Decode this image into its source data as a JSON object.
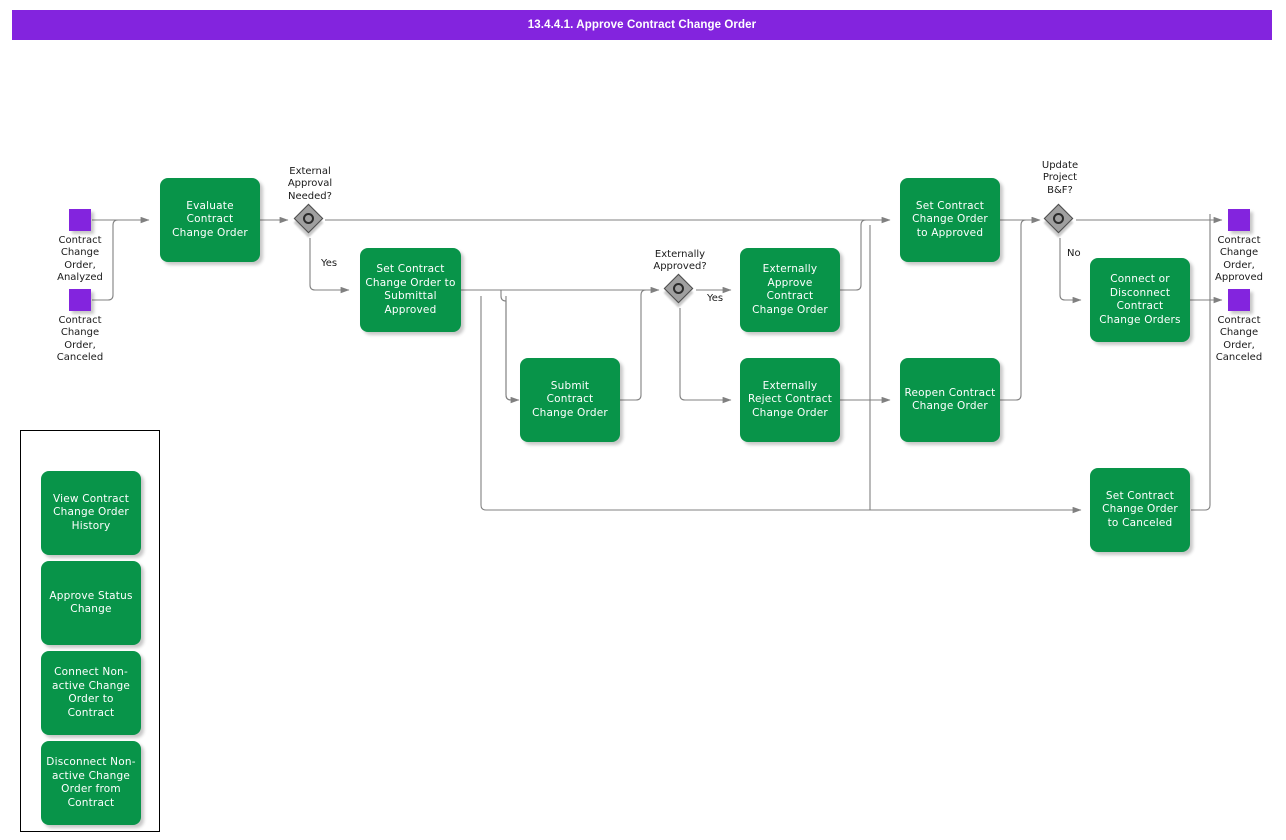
{
  "header": {
    "title": "13.4.4.1. Approve Contract Change Order",
    "bar_color": "#8324de"
  },
  "theme": {
    "activity_color": "#089449",
    "event_color": "#8324de",
    "gateway_fill": "#a0a0a0",
    "gateway_stroke": "#4d4d4d",
    "edge_color": "#808080",
    "text_on_activity": "#ffffff",
    "label_color": "#1a1a1a"
  },
  "diagram": {
    "start_events": [
      {
        "id": "start-analyzed",
        "label": "Contract\nChange\nOrder,\nAnalyzed"
      },
      {
        "id": "start-canceled",
        "label": "Contract\nChange\nOrder,\nCanceled"
      }
    ],
    "end_events": [
      {
        "id": "end-approved",
        "label": "Contract\nChange\nOrder,\nApproved"
      },
      {
        "id": "end-canceled",
        "label": "Contract\nChange\nOrder,\nCanceled"
      }
    ],
    "activities": [
      {
        "id": "evaluate",
        "label": "Evaluate\nContract\nChange Order"
      },
      {
        "id": "set-submittal-approved",
        "label": "Set Contract\nChange Order to\nSubmittal\nApproved"
      },
      {
        "id": "submit",
        "label": "Submit\nContract\nChange Order"
      },
      {
        "id": "externally-approve",
        "label": "Externally\nApprove\nContract\nChange Order"
      },
      {
        "id": "externally-reject",
        "label": "Externally\nReject Contract\nChange Order"
      },
      {
        "id": "set-approved",
        "label": "Set Contract\nChange Order\nto Approved"
      },
      {
        "id": "reopen",
        "label": "Reopen Contract\nChange Order"
      },
      {
        "id": "connect-disconnect",
        "label": "Connect or\nDisconnect\nContract\nChange Orders"
      },
      {
        "id": "set-canceled",
        "label": "Set Contract\nChange Order\nto Canceled"
      }
    ],
    "gateways": [
      {
        "id": "gw-external-approval",
        "caption": "External\nApproval\nNeeded?"
      },
      {
        "id": "gw-externally-approved",
        "caption": "Externally\nApproved?"
      },
      {
        "id": "gw-update-bf",
        "caption": "Update\nProject\nB&F?"
      }
    ],
    "edge_labels": [
      {
        "id": "label-yes-external",
        "text": "Yes"
      },
      {
        "id": "label-yes-externally",
        "text": "Yes"
      },
      {
        "id": "label-no-bf",
        "text": "No"
      }
    ]
  },
  "legend": {
    "items": [
      {
        "id": "legend-view-history",
        "label": "View Contract\nChange Order\nHistory"
      },
      {
        "id": "legend-approve-status",
        "label": "Approve Status\nChange"
      },
      {
        "id": "legend-connect-nonactive",
        "label": "Connect Non-\nactive Change\nOrder to\nContract"
      },
      {
        "id": "legend-disconnect-nonactive",
        "label": "Disconnect Non-\nactive Change\nOrder from\nContract"
      }
    ]
  }
}
